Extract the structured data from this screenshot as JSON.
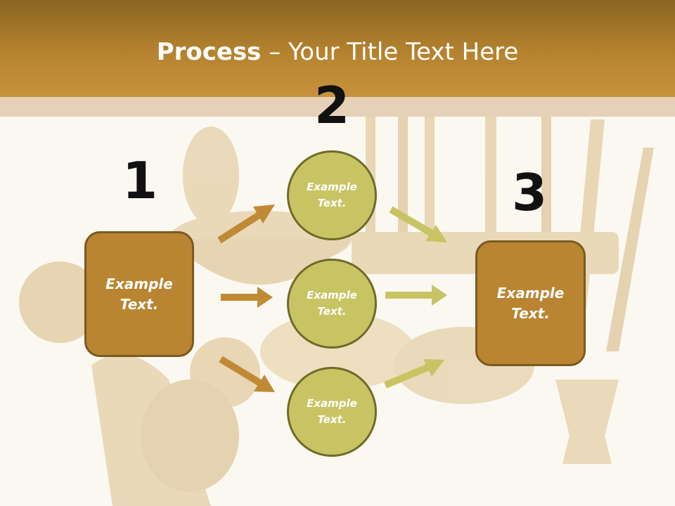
{
  "slide": {
    "title_bold": "Process",
    "title_rest": " – Your Title Text Here",
    "steps": [
      {
        "number": "1",
        "text": "Example Text."
      },
      {
        "number": "2",
        "items": [
          "Example Text.",
          "Example Text.",
          "Example Text."
        ]
      },
      {
        "number": "3",
        "text": "Example Text."
      }
    ]
  },
  "colors": {
    "header": "#b5832f",
    "box_fill": "#b98532",
    "circle_fill": "#c8c464",
    "arrow_brown": "#c08a35",
    "arrow_green": "#c8c464"
  }
}
